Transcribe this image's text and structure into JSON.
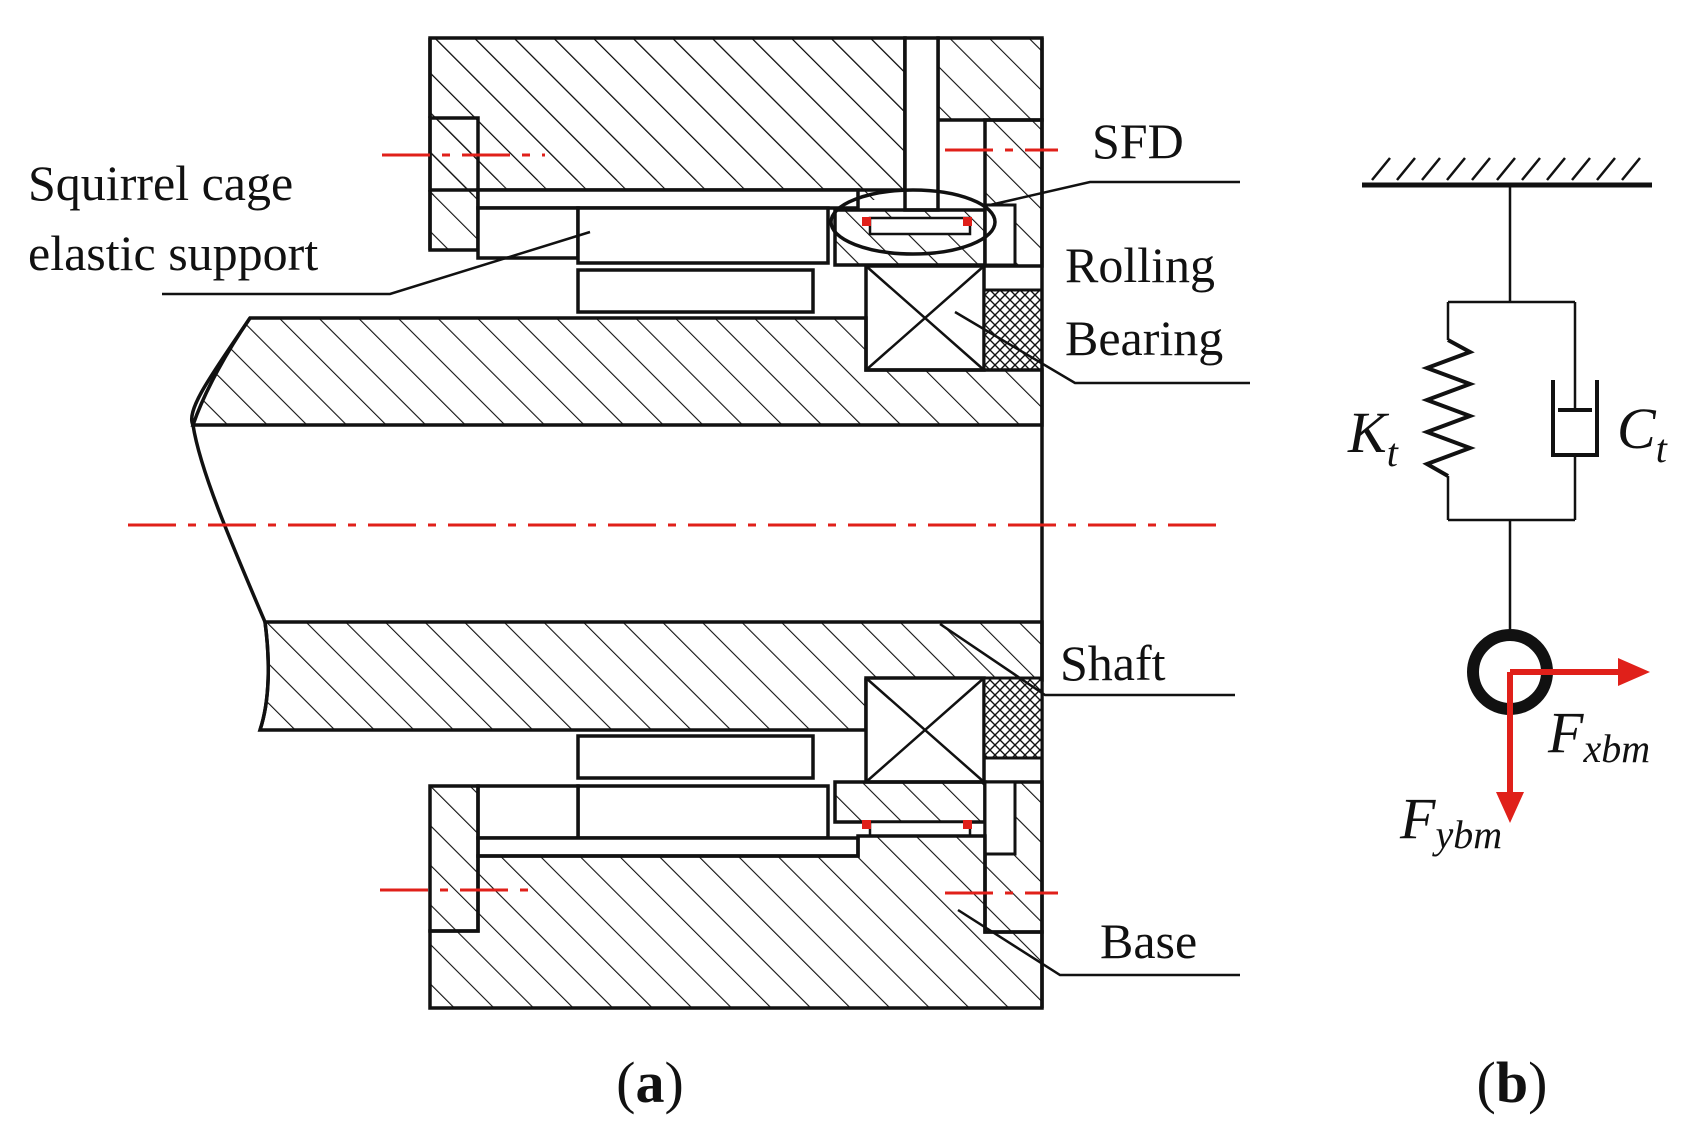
{
  "labels": {
    "sfd": "SFD",
    "squirrel_cage_1": "Squirrel cage",
    "squirrel_cage_2": "elastic support",
    "rolling": "Rolling",
    "bearing": "Bearing",
    "shaft": "Shaft",
    "base": "Base"
  },
  "symbols": {
    "stiffness_main": "K",
    "stiffness_sub": "t",
    "damping_main": "C",
    "damping_sub": "t",
    "force_x_main": "F",
    "force_x_sub": "xbm",
    "force_y_main": "F",
    "force_y_sub": "ybm"
  },
  "captions": {
    "a_open": "(",
    "a_letter": "a",
    "a_close": ")",
    "b_open": "(",
    "b_letter": "b",
    "b_close": ")"
  },
  "colors": {
    "ink": "#111111",
    "centerline": "#e0201a",
    "force_arrow": "#e0201a",
    "mesh": "#111111"
  }
}
